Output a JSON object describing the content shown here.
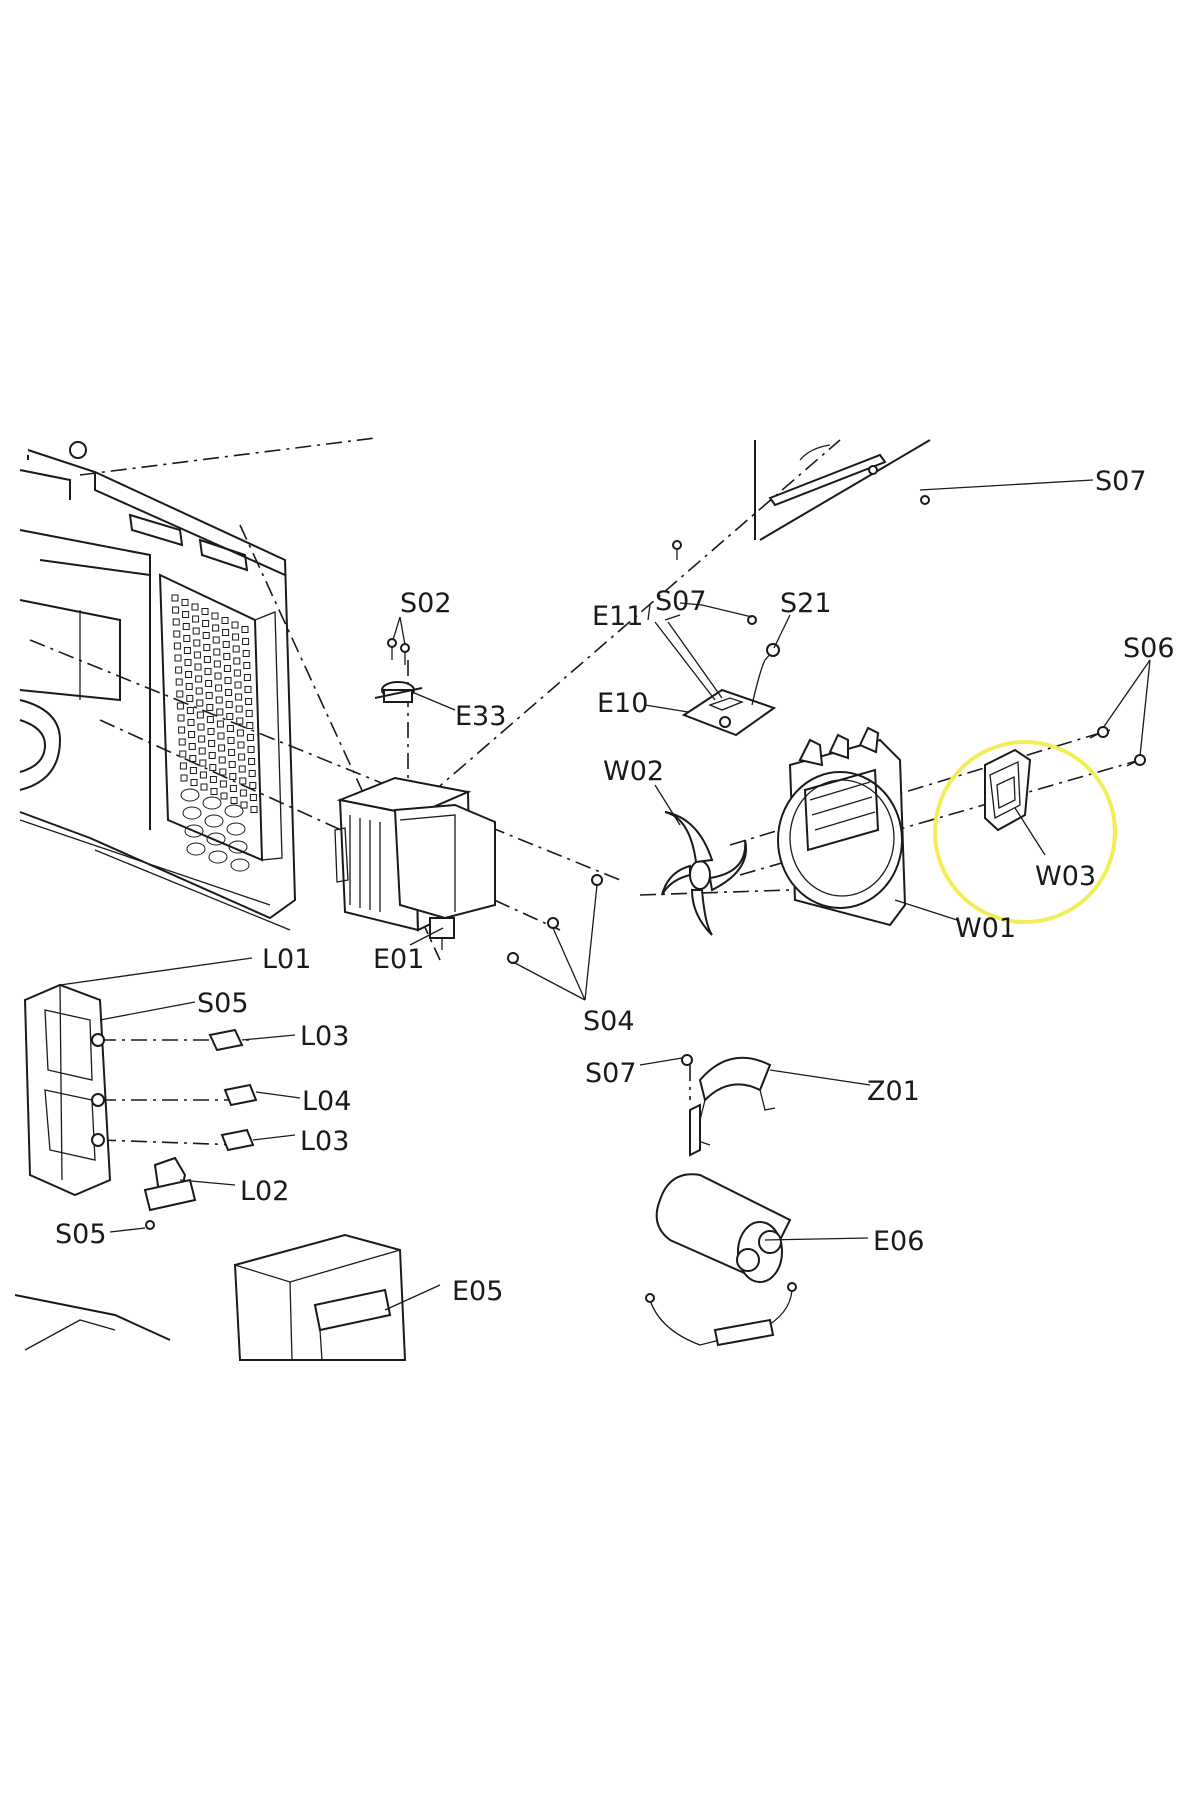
{
  "diagram": {
    "highlight_color": "#f2ee5a",
    "highlighted_part": "W03",
    "labels": {
      "S07_top": "S07",
      "S07_mid": "S07",
      "S07_bottom": "S07",
      "S02": "S02",
      "E11": "E11",
      "S21": "S21",
      "S06": "S06",
      "E33": "E33",
      "E10": "E10",
      "W02": "W02",
      "W03": "W03",
      "W01": "W01",
      "E01": "E01",
      "L01": "L01",
      "S05_top": "S05",
      "S05_bottom": "S05",
      "L03_top": "L03",
      "L03_bottom": "L03",
      "L04": "L04",
      "S04": "S04",
      "Z01": "Z01",
      "L02": "L02",
      "E06": "E06",
      "E05": "E05"
    }
  }
}
